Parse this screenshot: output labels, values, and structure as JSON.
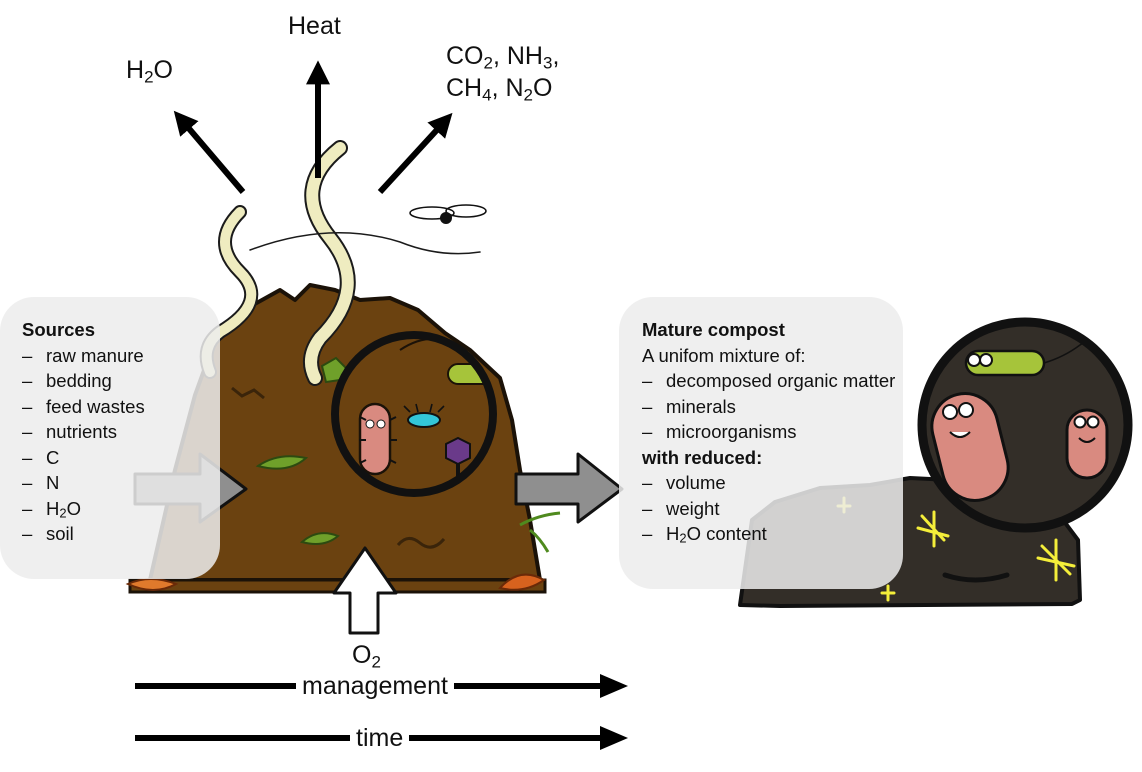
{
  "outputs": {
    "water": {
      "base": "H",
      "sub": "2",
      "tail": "O"
    },
    "heat": "Heat",
    "gases": {
      "line1": [
        {
          "t": "CO"
        },
        {
          "s": "2"
        },
        {
          "t": ", NH"
        },
        {
          "s": "3"
        },
        {
          "t": ","
        }
      ],
      "line2": [
        {
          "t": "CH"
        },
        {
          "s": "4"
        },
        {
          "t": ", N"
        },
        {
          "s": "2"
        },
        {
          "t": "O"
        }
      ]
    }
  },
  "sources": {
    "title": "Sources",
    "items": [
      [
        {
          "t": "raw manure"
        }
      ],
      [
        {
          "t": "bedding"
        }
      ],
      [
        {
          "t": "feed wastes"
        }
      ],
      [
        {
          "t": "nutrients"
        }
      ],
      [
        {
          "t": "C"
        }
      ],
      [
        {
          "t": "N"
        }
      ],
      [
        {
          "t": "H"
        },
        {
          "s": "2"
        },
        {
          "t": "O"
        }
      ],
      [
        {
          "t": "soil"
        }
      ]
    ]
  },
  "mature": {
    "title": "Mature compost",
    "intro": "A unifom mixture of:",
    "mixture": [
      [
        {
          "t": "decomposed organic matter"
        }
      ],
      [
        {
          "t": "minerals"
        }
      ],
      [
        {
          "t": "microorganisms"
        }
      ]
    ],
    "reduced_title": "with reduced:",
    "reduced": [
      [
        {
          "t": "volume"
        }
      ],
      [
        {
          "t": "weight"
        }
      ],
      [
        {
          "t": "H"
        },
        {
          "s": "2"
        },
        {
          "t": "O content"
        }
      ]
    ]
  },
  "inputs": {
    "oxygen": {
      "base": "O",
      "sub": "2"
    }
  },
  "timeline": {
    "management": "management",
    "time": "time"
  },
  "colors": {
    "pile": "#6b4210",
    "mature_soil": "#332e28",
    "arrow_gray": "#8a8a8a",
    "steam": "#efecc0",
    "leaf": "#5e8b1f",
    "microbe_pink": "#d98a80",
    "panel_bg": "#ececec"
  }
}
